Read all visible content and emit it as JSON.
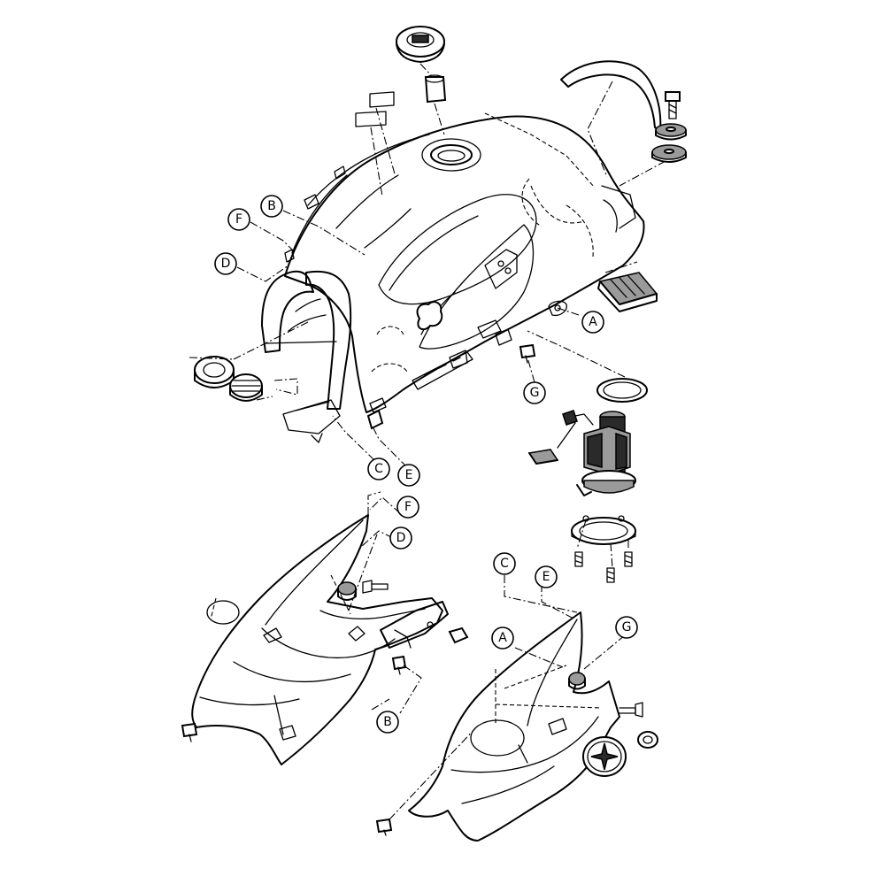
{
  "callouts": {
    "tank_b": "B",
    "tank_f": "F",
    "tank_d": "D",
    "tank_a": "A",
    "tank_g": "G",
    "tank_c": "C",
    "tank_e": "E",
    "left_f": "F",
    "left_d": "D",
    "left_b": "B",
    "right_c": "C",
    "right_e": "E",
    "right_a": "A",
    "right_g": "G"
  }
}
